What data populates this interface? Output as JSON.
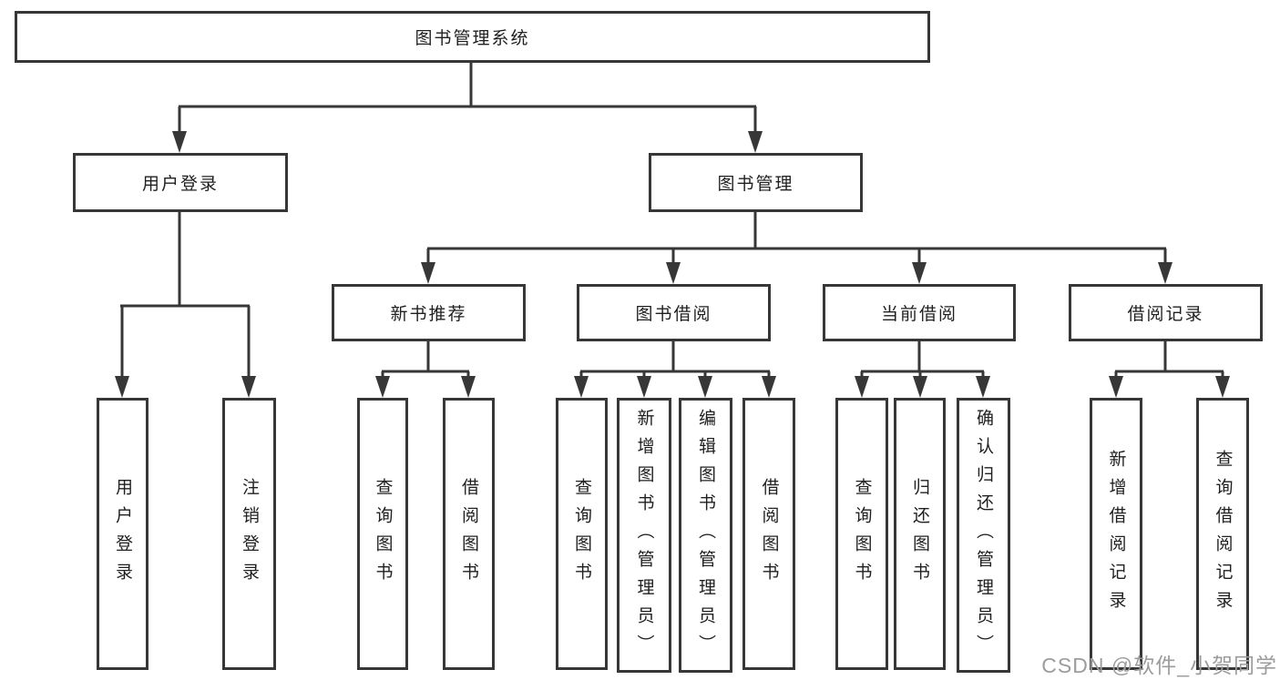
{
  "colors": {
    "line": "#373737",
    "box_border": "#373737",
    "text": "#1f1f1f",
    "background": "#ffffff",
    "watermark": "#9c9c9c"
  },
  "watermark": {
    "text": "CSDN @软件_小贺同学"
  },
  "tree": {
    "root": {
      "label": "图书管理系统",
      "children": [
        {
          "label": "用户登录",
          "children": [
            {
              "label": "用户登录"
            },
            {
              "label": "注销登录"
            }
          ]
        },
        {
          "label": "图书管理",
          "children": [
            {
              "label": "新书推荐",
              "children": [
                {
                  "label": "查询图书"
                },
                {
                  "label": "借阅图书"
                }
              ]
            },
            {
              "label": "图书借阅",
              "children": [
                {
                  "label": "查询图书"
                },
                {
                  "label": "新增图书（管理员）"
                },
                {
                  "label": "编辑图书（管理员）"
                },
                {
                  "label": "借阅图书"
                }
              ]
            },
            {
              "label": "当前借阅",
              "children": [
                {
                  "label": "查询图书"
                },
                {
                  "label": "归还图书"
                },
                {
                  "label": "确认归还（管理员）"
                }
              ]
            },
            {
              "label": "借阅记录",
              "children": [
                {
                  "label": "新增借阅记录"
                },
                {
                  "label": "查询借阅记录"
                }
              ]
            }
          ]
        }
      ]
    }
  }
}
